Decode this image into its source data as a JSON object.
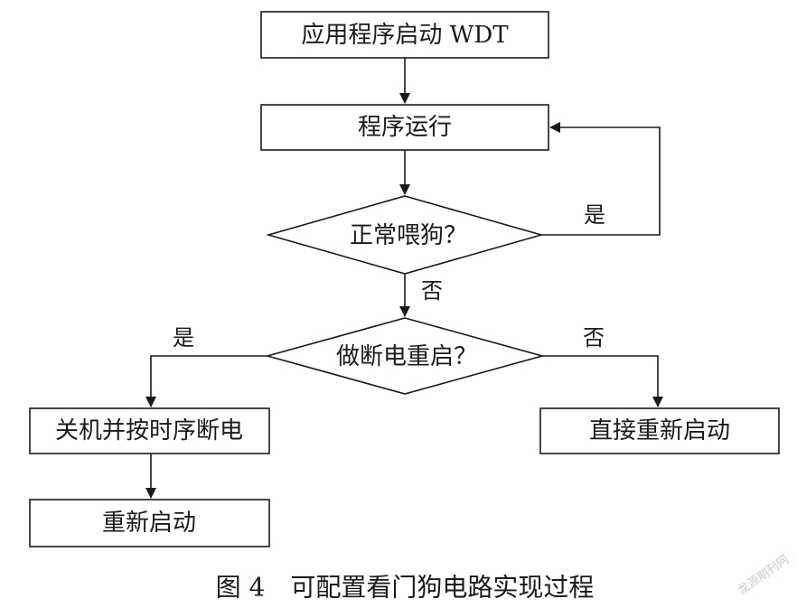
{
  "nodes": {
    "start": "应用程序启动 WDT",
    "run": "程序运行",
    "feed_check": "正常喂狗？",
    "power_check": "做断电重启？",
    "shutdown": "关机并按时序断电",
    "restart": "重新启动",
    "direct_restart": "直接重新启动"
  },
  "edges": {
    "feed_yes": "是",
    "feed_no": "否",
    "power_yes": "是",
    "power_no": "否"
  },
  "caption": "图 4　可配置看门狗电路实现过程",
  "watermark": "龙源期刊网"
}
